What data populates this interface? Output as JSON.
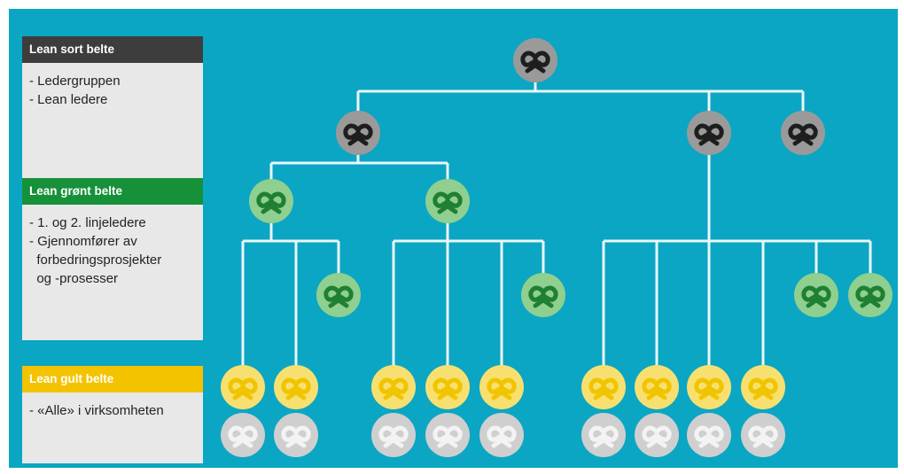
{
  "legend": [
    {
      "title": "Lean sort belte",
      "color": "#3d3d3d",
      "lines": [
        "- Ledergruppen",
        "- Lean ledere"
      ]
    },
    {
      "title": "Lean grønt belte",
      "color": "#16913a",
      "lines": [
        "- 1. og 2. linjeledere",
        "- Gjennomfører av",
        "  forbedringsprosjekter",
        "  og -prosesser"
      ]
    },
    {
      "title": "Lean gult belte",
      "color": "#f3c300",
      "lines": [
        "- «Alle» i virksomheten"
      ]
    }
  ],
  "colors": {
    "background": "#0ba6c3",
    "connector": "#eaf6f9",
    "black_belt": {
      "fill": "#9a9a9a",
      "knot": "#1e1e1e"
    },
    "green_belt": {
      "fill": "#8fcf8f",
      "knot": "#1f7f33"
    },
    "yellow_belt": {
      "fill": "#f8e070",
      "knot": "#f1c400"
    },
    "white_belt": {
      "fill": "#cfcfcf",
      "knot": "#f3f3f3"
    }
  },
  "org_chart": {
    "levels": [
      "black",
      "green",
      "yellow",
      "white"
    ],
    "structure": {
      "belt": "black",
      "children": [
        {
          "belt": "black",
          "children": [
            {
              "belt": "green",
              "children": [
                {
                  "belt": "yellow",
                  "subordinate": "white"
                },
                {
                  "belt": "yellow",
                  "subordinate": "white"
                },
                {
                  "belt": "green"
                }
              ]
            },
            {
              "belt": "green",
              "children": [
                {
                  "belt": "yellow",
                  "subordinate": "white"
                },
                {
                  "belt": "yellow",
                  "subordinate": "white"
                },
                {
                  "belt": "yellow",
                  "subordinate": "white"
                },
                {
                  "belt": "green"
                }
              ]
            }
          ]
        },
        {
          "belt": "black",
          "children": [
            {
              "belt": "yellow",
              "subordinate": "white"
            },
            {
              "belt": "yellow",
              "subordinate": "white"
            },
            {
              "belt": "yellow",
              "subordinate": "white"
            },
            {
              "belt": "yellow",
              "subordinate": "white"
            },
            {
              "belt": "green"
            },
            {
              "belt": "green"
            }
          ]
        },
        {
          "belt": "black"
        }
      ]
    }
  }
}
